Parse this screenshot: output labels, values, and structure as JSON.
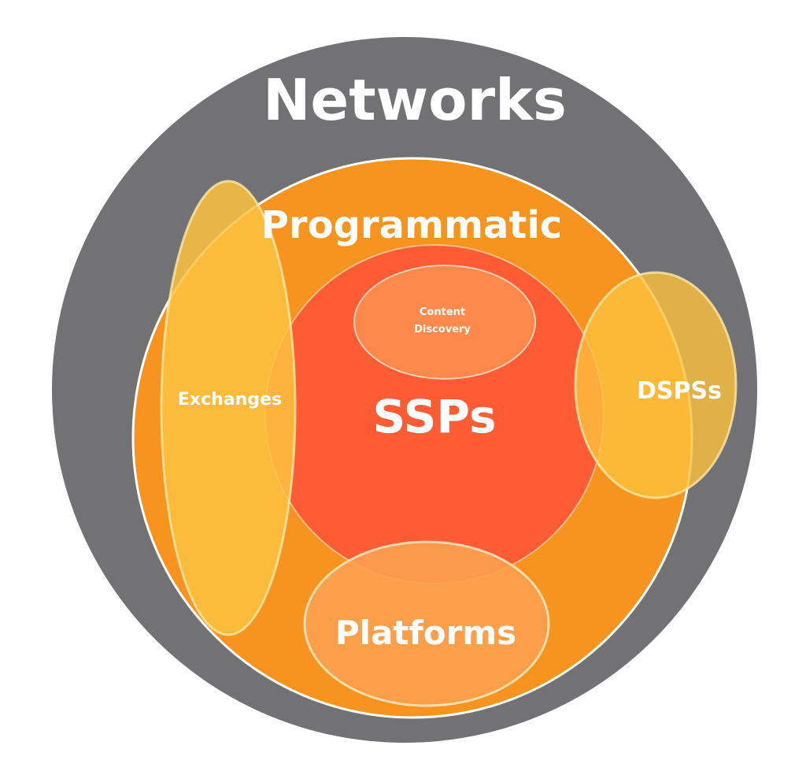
{
  "diagram": {
    "outer": {
      "label": "Networks",
      "color": "#727174"
    },
    "middle": {
      "label": "Programmatic",
      "color": "#F7941F"
    },
    "inner": {
      "label": "SSPs",
      "color": "#FE5C35"
    },
    "top_oval": {
      "label_line1": "Content",
      "label_line2": "Discovery",
      "color": "#FF8D4D"
    },
    "left_oval": {
      "label": "Exchanges",
      "color": "#FDC23F"
    },
    "right_oval": {
      "label": "DSPSs",
      "color": "#FDC23F"
    },
    "bottom_oval": {
      "label": "Platforms",
      "color": "#FBA04F"
    },
    "outline_color": "#FFE9C2"
  }
}
